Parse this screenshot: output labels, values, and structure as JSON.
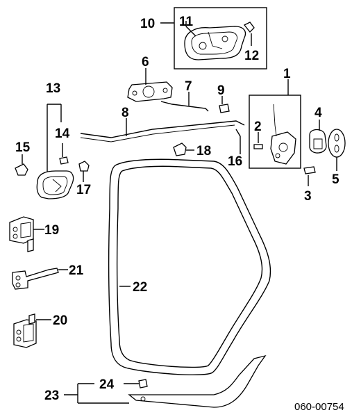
{
  "diagram": {
    "code": "060-00754",
    "callouts": {
      "c1": "1",
      "c2": "2",
      "c3": "3",
      "c4": "4",
      "c5": "5",
      "c6": "6",
      "c7": "7",
      "c8": "8",
      "c9": "9",
      "c10": "10",
      "c11": "11",
      "c12": "12",
      "c13": "13",
      "c14": "14",
      "c15": "15",
      "c16": "16",
      "c17": "17",
      "c18": "18",
      "c19": "19",
      "c20": "20",
      "c21": "21",
      "c22": "22",
      "c23": "23",
      "c24": "24"
    }
  }
}
